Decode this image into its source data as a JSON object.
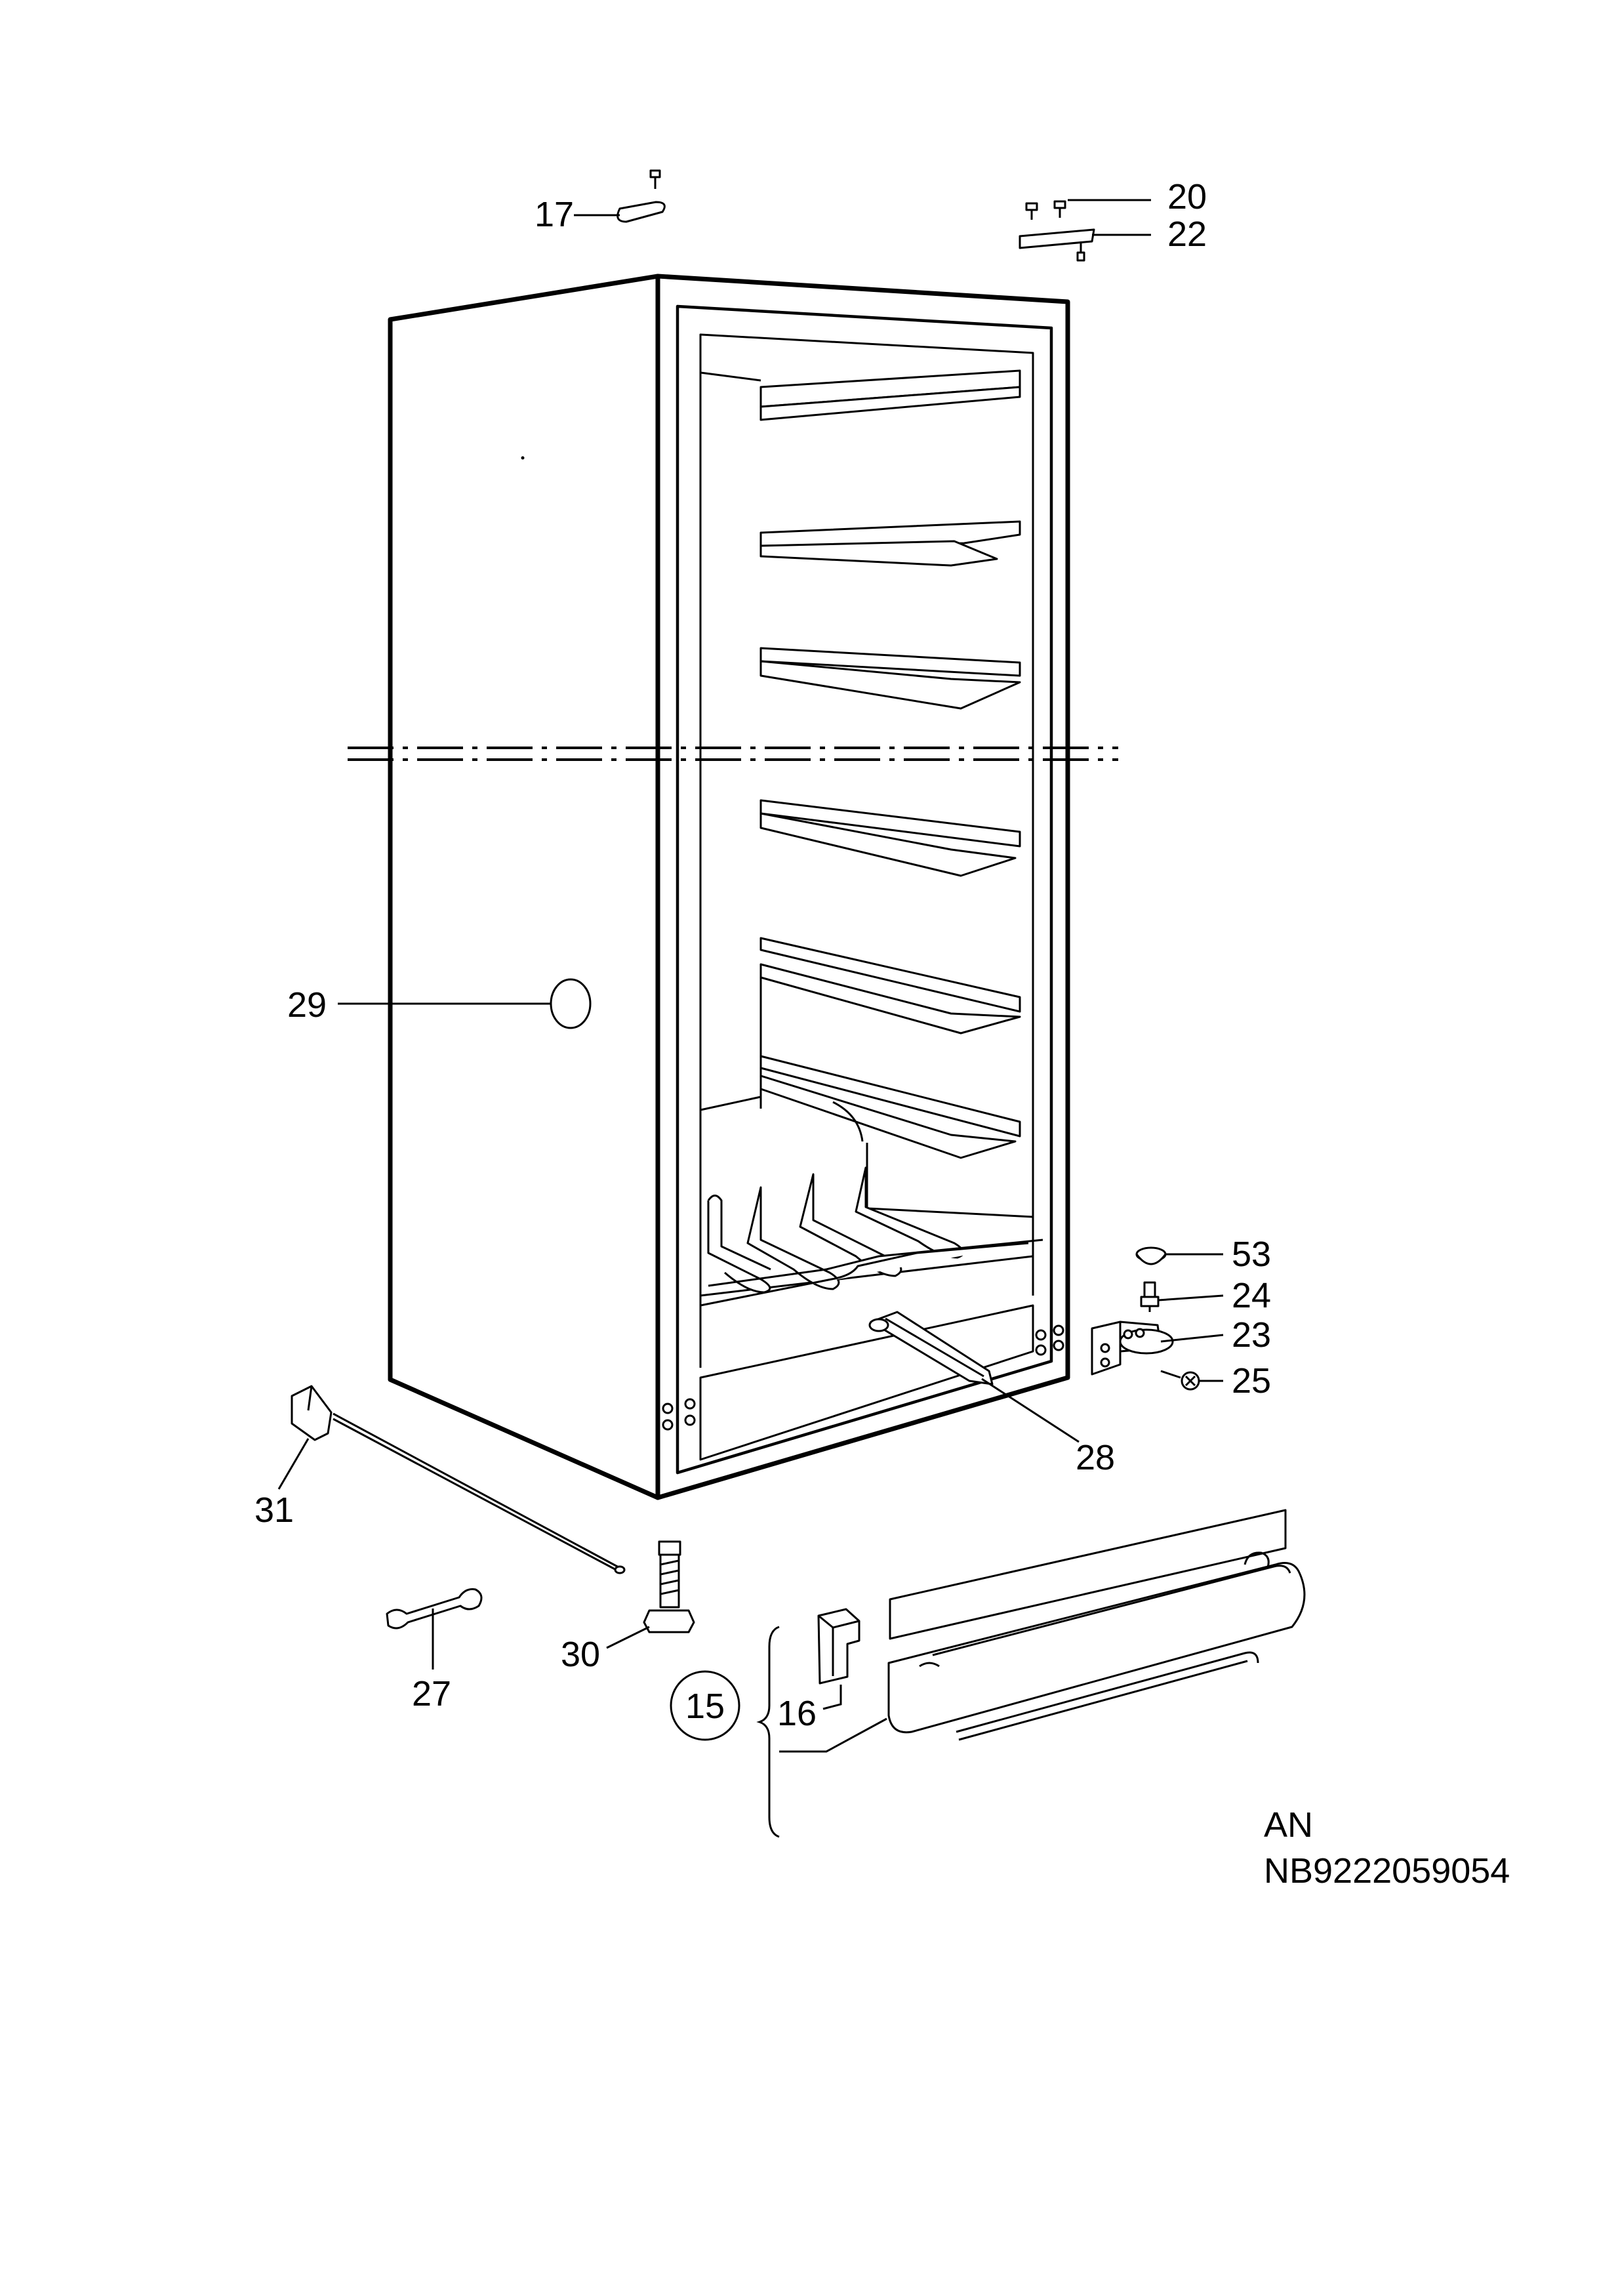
{
  "callouts": {
    "c15": "15",
    "c16": "16",
    "c17": "17",
    "c20": "20",
    "c22": "22",
    "c23": "23",
    "c24": "24",
    "c25": "25",
    "c27": "27",
    "c28": "28",
    "c29": "29",
    "c30": "30",
    "c31": "31",
    "c53": "53"
  },
  "footer": {
    "line1": "AN",
    "line2": "NB9222059054"
  }
}
